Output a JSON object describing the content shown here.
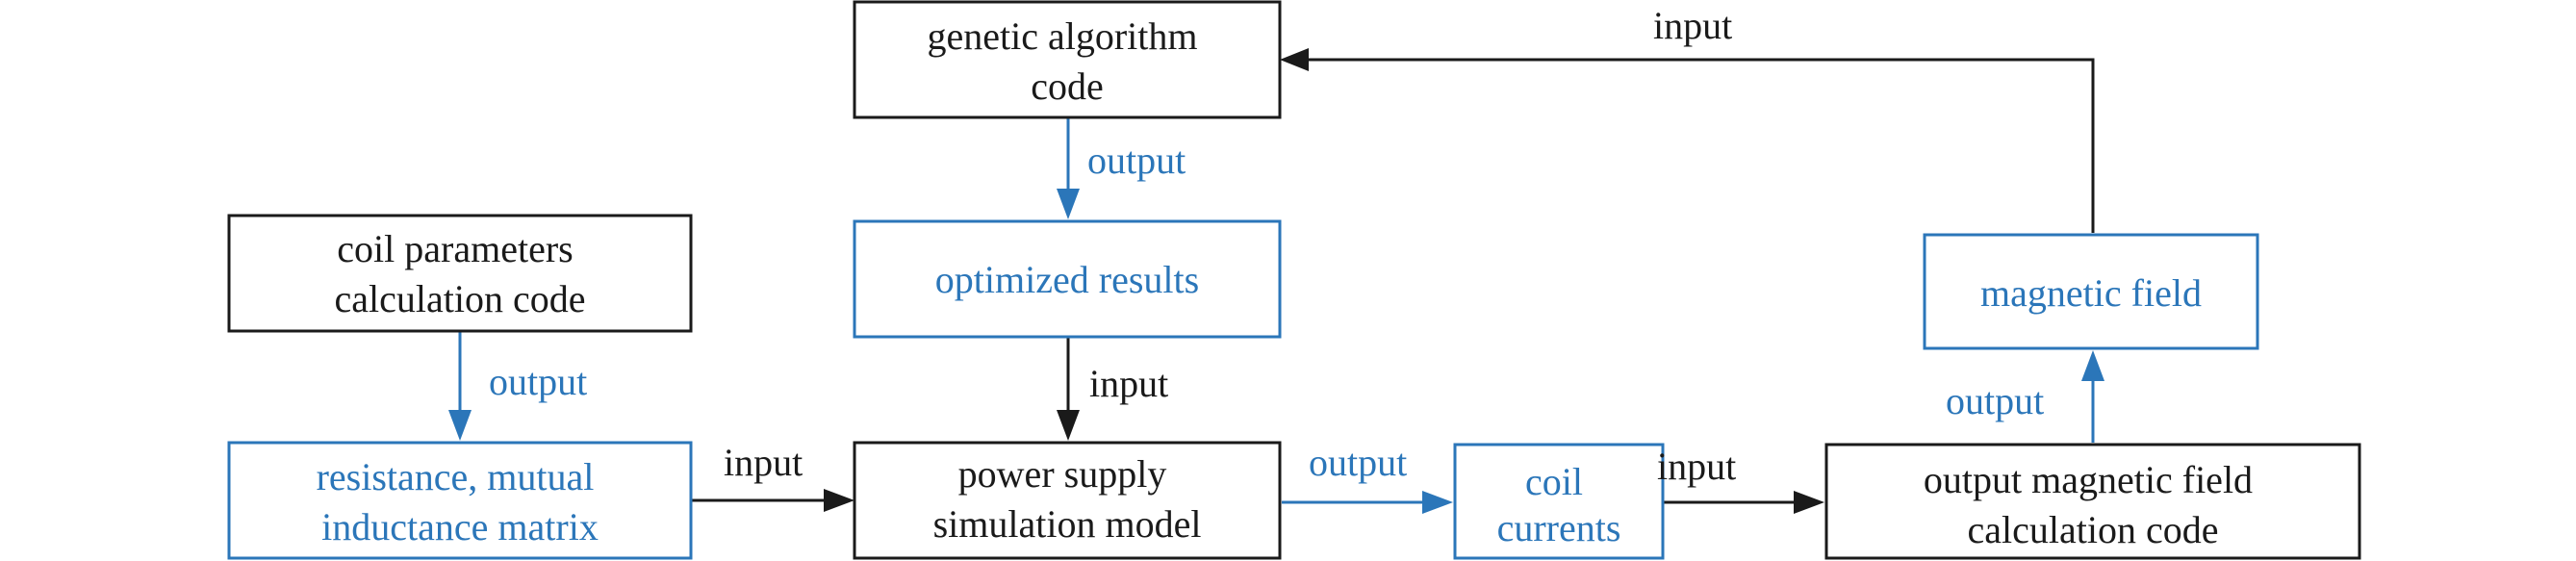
{
  "colors": {
    "black": "#1a1a1a",
    "blue": "#2b76b9"
  },
  "boxes": {
    "ga": {
      "lines": [
        "genetic algorithm",
        "code"
      ],
      "color": "black"
    },
    "opt": {
      "lines": [
        "optimized results"
      ],
      "color": "blue"
    },
    "coil_params": {
      "lines": [
        "coil parameters",
        "calculation code"
      ],
      "color": "black"
    },
    "resistance": {
      "lines": [
        "resistance, mutual",
        "inductance matrix"
      ],
      "color": "blue"
    },
    "power": {
      "lines": [
        "power supply",
        "simulation model"
      ],
      "color": "black"
    },
    "currents": {
      "lines": [
        "coil",
        "currents"
      ],
      "color": "blue"
    },
    "output_field": {
      "lines": [
        "output magnetic field",
        "calculation code"
      ],
      "color": "black"
    },
    "magnetic": {
      "lines": [
        "magnetic field"
      ],
      "color": "blue"
    }
  },
  "labels": {
    "feedback_input": "input",
    "ga_output": "output",
    "opt_input": "input",
    "coil_output": "output",
    "res_input": "input",
    "power_output": "output",
    "currents_input": "input",
    "field_output": "output"
  }
}
